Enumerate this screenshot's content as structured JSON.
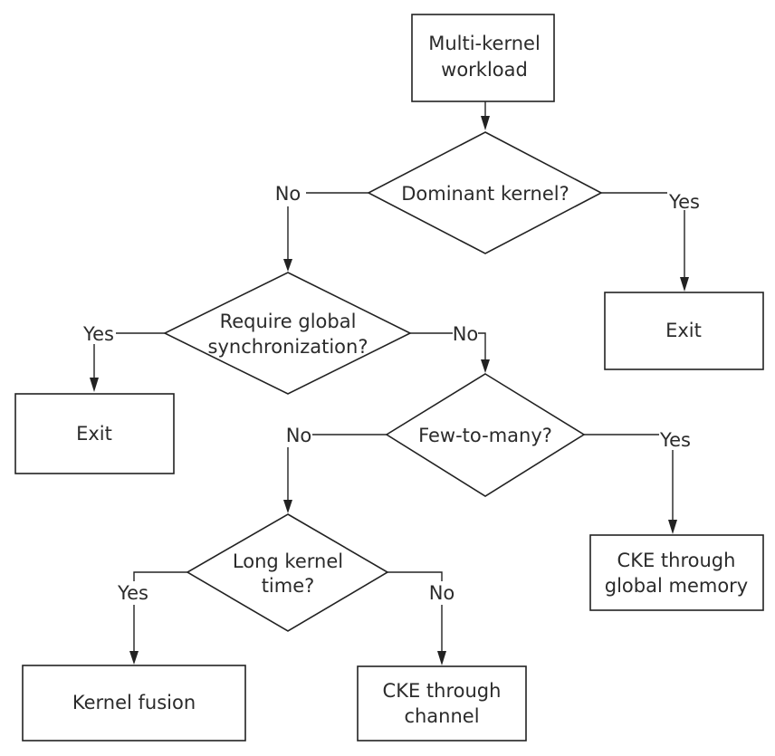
{
  "nodes": {
    "start": {
      "line1": "Multi-kernel",
      "line2": "workload"
    },
    "dominant": {
      "line1": "Dominant kernel?"
    },
    "exit_right": {
      "line1": "Exit"
    },
    "sync": {
      "line1": "Require global",
      "line2": "synchronization?"
    },
    "exit_left": {
      "line1": "Exit"
    },
    "few_to_many": {
      "line1": "Few-to-many?"
    },
    "cke_global": {
      "line1": "CKE through",
      "line2": "global memory"
    },
    "long_kernel": {
      "line1": "Long kernel",
      "line2": "time?"
    },
    "fusion": {
      "line1": "Kernel fusion"
    },
    "cke_channel": {
      "line1": "CKE through",
      "line2": "channel"
    }
  },
  "edges": {
    "dominant_no": "No",
    "dominant_yes": "Yes",
    "sync_yes": "Yes",
    "sync_no": "No",
    "few_no": "No",
    "few_yes": "Yes",
    "long_yes": "Yes",
    "long_no": "No"
  }
}
